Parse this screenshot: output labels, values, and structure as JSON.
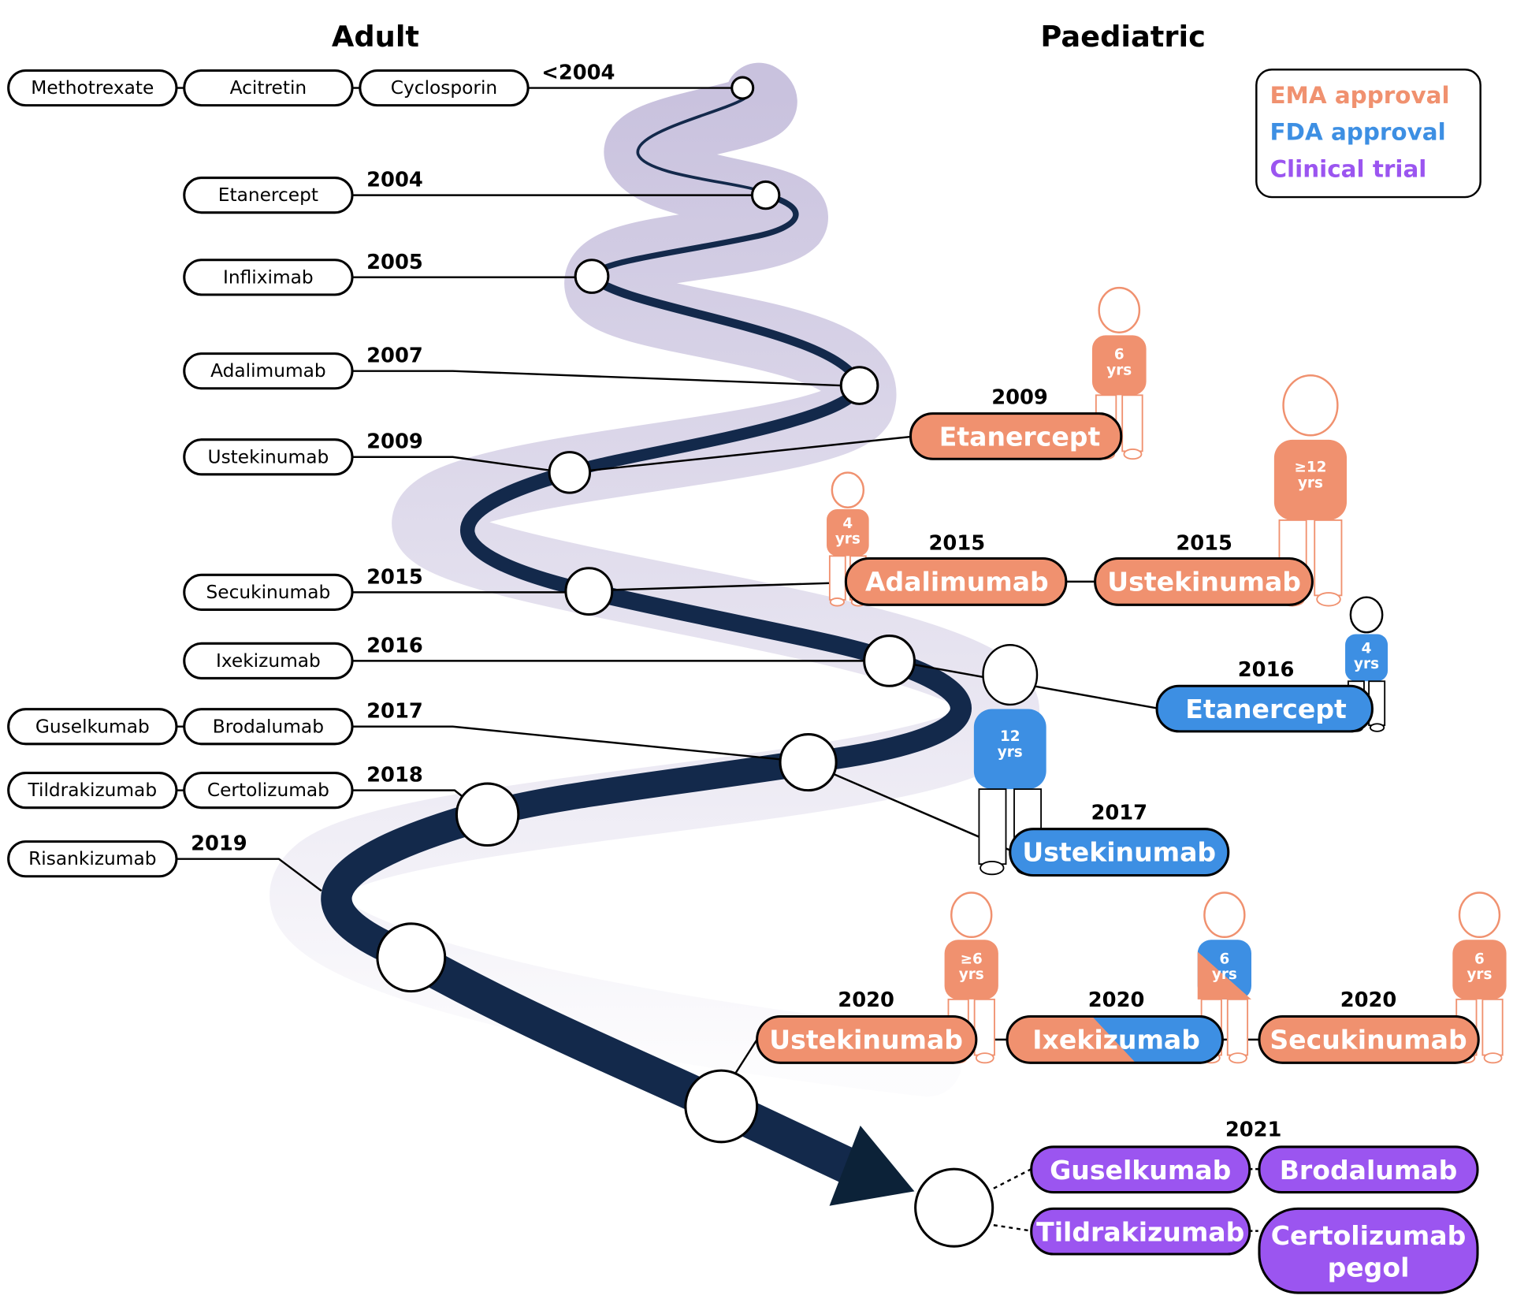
{
  "headers": {
    "adult": "Adult",
    "paediatric": "Paediatric"
  },
  "colors": {
    "ema": "#f0916f",
    "fda": "#3d8fe3",
    "trial": "#9b55f0",
    "road": "#13294b",
    "band": "#c9c2de"
  },
  "legend": {
    "ema": "EMA approval",
    "fda": "FDA approval",
    "trial": "Clinical trial"
  },
  "adult": [
    {
      "year": "<2004",
      "drugs": [
        "Methotrexate",
        "Acitretin",
        "Cyclosporin"
      ]
    },
    {
      "year": "2004",
      "drugs": [
        "Etanercept"
      ]
    },
    {
      "year": "2005",
      "drugs": [
        "Infliximab"
      ]
    },
    {
      "year": "2007",
      "drugs": [
        "Adalimumab"
      ]
    },
    {
      "year": "2009",
      "drugs": [
        "Ustekinumab"
      ]
    },
    {
      "year": "2015",
      "drugs": [
        "Secukinumab"
      ]
    },
    {
      "year": "2016",
      "drugs": [
        "Ixekizumab"
      ]
    },
    {
      "year": "2017",
      "drugs": [
        "Guselkumab",
        "Brodalumab"
      ]
    },
    {
      "year": "2018",
      "drugs": [
        "Tildrakizumab",
        "Certolizumab"
      ]
    },
    {
      "year": "2019",
      "drugs": [
        "Risankizumab"
      ]
    }
  ],
  "paediatric": [
    {
      "year": "2009",
      "drug": "Etanercept",
      "type": "EMA",
      "age": [
        "6",
        "yrs"
      ]
    },
    {
      "year": "2015",
      "drug": "Adalimumab",
      "type": "EMA",
      "age": [
        "4",
        "yrs"
      ]
    },
    {
      "year": "2015",
      "drug": "Ustekinumab",
      "type": "EMA",
      "age": [
        "≥12",
        "yrs"
      ]
    },
    {
      "year": "2016",
      "drug": "Etanercept",
      "type": "FDA",
      "age": [
        "4",
        "yrs"
      ]
    },
    {
      "year": "2017",
      "drug": "Ustekinumab",
      "type": "FDA",
      "age": [
        "12",
        "yrs"
      ]
    },
    {
      "year": "2020",
      "drug": "Ustekinumab",
      "type": "EMA",
      "age": [
        "≥6",
        "yrs"
      ]
    },
    {
      "year": "2020",
      "drug": "Ixekizumab",
      "type": "EMA+FDA",
      "age": [
        "6",
        "yrs"
      ]
    },
    {
      "year": "2020",
      "drug": "Secukinumab",
      "type": "EMA",
      "age": [
        "6",
        "yrs"
      ]
    }
  ],
  "trials": {
    "year": "2021",
    "drugs": [
      "Guselkumab",
      "Brodalumab",
      "Tildrakizumab"
    ],
    "last": [
      "Certolizumab",
      "pegol"
    ]
  }
}
